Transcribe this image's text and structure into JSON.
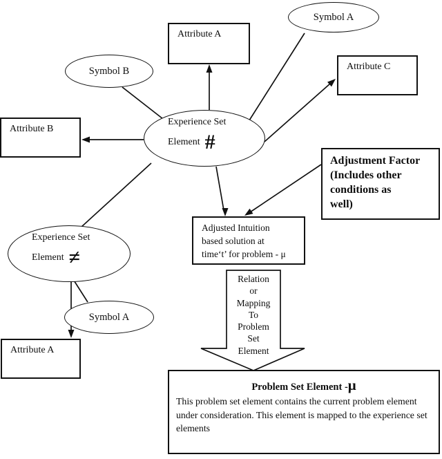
{
  "diagram": {
    "title": "Experience set / problem set mapping diagram",
    "colors": {
      "stroke": "#111111",
      "background": "#ffffff",
      "text": "#0d0d0d"
    },
    "nodes": {
      "symbol_b": {
        "label": "Symbol B"
      },
      "symbol_a_top": {
        "label": "Symbol A"
      },
      "symbol_a_lower": {
        "label": "Symbol A"
      },
      "attribute_a_top": {
        "label": "Attribute A"
      },
      "attribute_b": {
        "label": "Attribute B"
      },
      "attribute_c": {
        "label": "Attribute C"
      },
      "attribute_a_bottom": {
        "label": "Attribute A"
      },
      "experience_set_hash": {
        "line1": "Experience Set",
        "line2": "Element",
        "symbol": "#"
      },
      "experience_set_neq": {
        "line1": "Experience Set",
        "line2": "Element",
        "symbol": "≠"
      },
      "adjustment_factor": {
        "label": "Adjustment Factor\n(Includes other\nconditions as\nwell)"
      },
      "adjusted_intuition": {
        "label": "Adjusted Intuition\nbased solution at\ntime‘t’ for problem - μ"
      },
      "relation_arrow": {
        "label": "Relation\nor\nMapping\nTo\nProblem\nSet\nElement"
      },
      "problem_set": {
        "title": "Problem Set Element - ",
        "title_symbol": "μ",
        "body": "This problem set element contains the current problem element under consideration. This element is mapped to the experience set elements"
      }
    }
  }
}
